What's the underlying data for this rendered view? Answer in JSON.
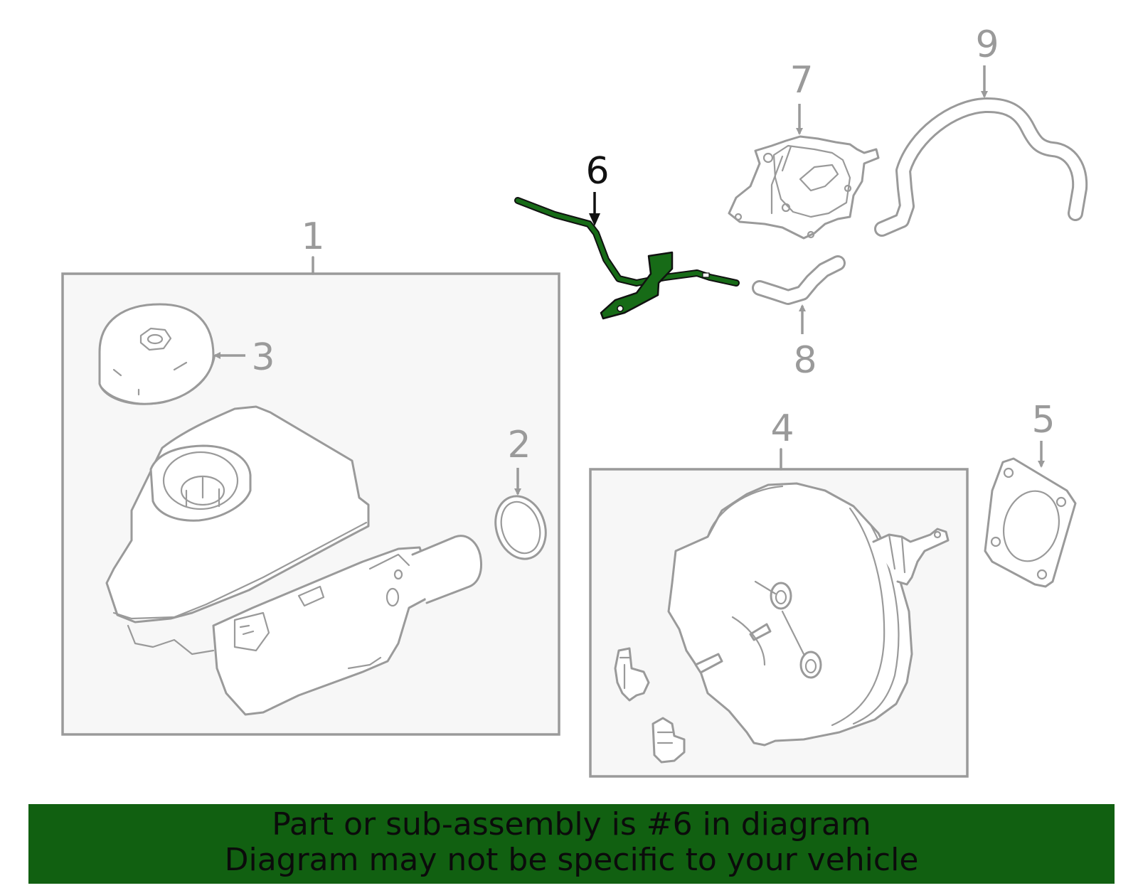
{
  "diagram": {
    "callouts": {
      "c1": "1",
      "c2": "2",
      "c3": "3",
      "c4": "4",
      "c5": "5",
      "c6": "6",
      "c7": "7",
      "c8": "8",
      "c9": "9"
    },
    "highlight_part": "6",
    "colors": {
      "highlight": "#176b17",
      "banner": "#116011",
      "line": "#9a9a9a"
    }
  },
  "banner": {
    "line1": "Part or sub-assembly is #6 in diagram",
    "line2": "Diagram may not be specific to your vehicle"
  }
}
